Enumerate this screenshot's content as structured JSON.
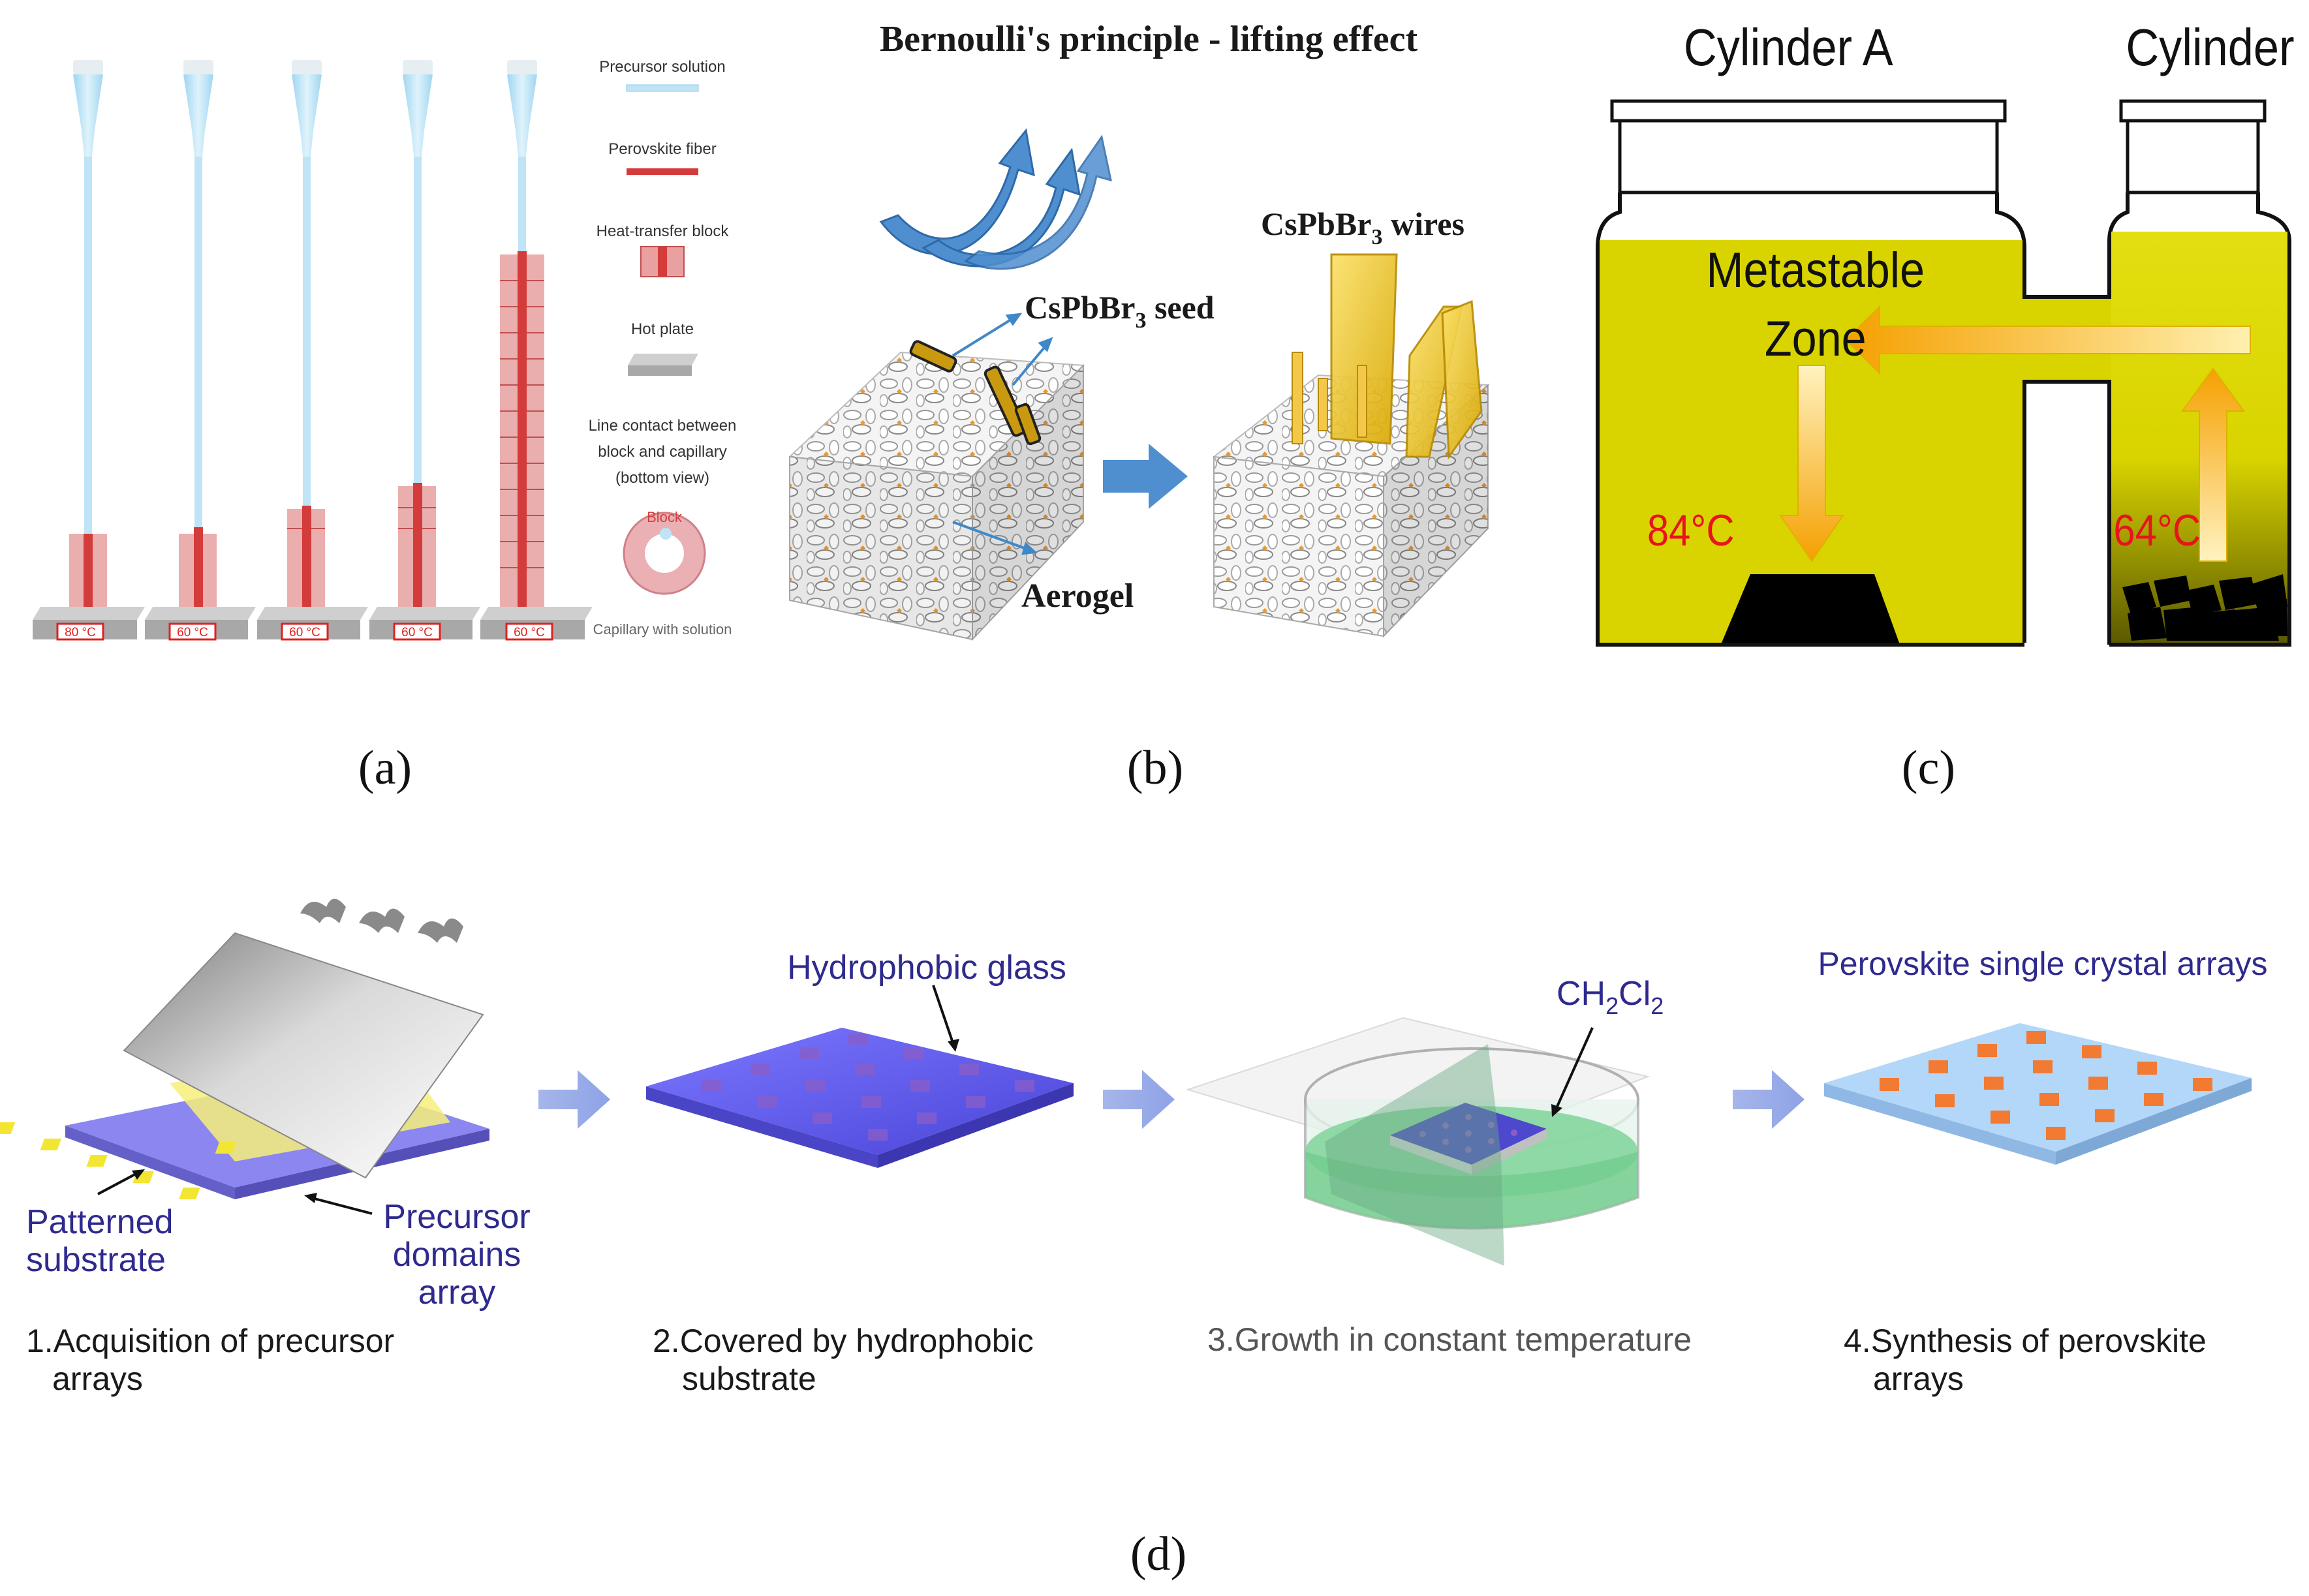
{
  "panel_a": {
    "legend": {
      "precursor": "Precursor solution",
      "fiber": "Perovskite fiber",
      "block": "Heat-transfer block",
      "hotplate": "Hot plate",
      "contact1": "Line contact between",
      "contact2": "block and capillary",
      "contact3": "(bottom view)",
      "block_label": "Block",
      "capillary_label": "Capillary with solution"
    },
    "temps": [
      "80 °C",
      "60 °C",
      "60 °C",
      "60 °C",
      "60 °C"
    ],
    "caption": "(a)"
  },
  "panel_b": {
    "title": "Bernoulli's principle - lifting effect",
    "seed_main": "CsPbBr",
    "seed_sub": "3",
    "seed_tail": " seed",
    "wires_main": "CsPbBr",
    "wires_sub": "3",
    "wires_tail": " wires",
    "aerogel": "Aerogel",
    "caption": "(b)"
  },
  "panel_c": {
    "cylinder_a": "Cylinder  A",
    "cylinder_b": "Cylinder  B",
    "zone1": "Metastable",
    "zone2": "Zone",
    "temp_a": "84°C",
    "temp_b": "64°C",
    "caption": "(c)",
    "colors": {
      "solution": "#d9d400",
      "temp": "#e8141c"
    }
  },
  "panel_d": {
    "patterned1": "Patterned",
    "patterned2": "substrate",
    "precursor1": "Precursor",
    "precursor2": "domains",
    "precursor3": "array",
    "hydro_glass": "Hydrophobic glass",
    "ch_main": "CH",
    "ch_sub1": "2",
    "ch_mid": "Cl",
    "ch_sub2": "2",
    "arrays_title": "Perovskite single crystal arrays",
    "step1a": "1.Acquisition of precursor",
    "step1b": "arrays",
    "step2a": "2.Covered by hydrophobic",
    "step2b": "substrate",
    "step3": "3.Growth in constant temperature",
    "step4a": "4.Synthesis of perovskite",
    "step4b": "arrays",
    "caption": "(d)",
    "colors": {
      "label": "#2e2a8e"
    }
  }
}
